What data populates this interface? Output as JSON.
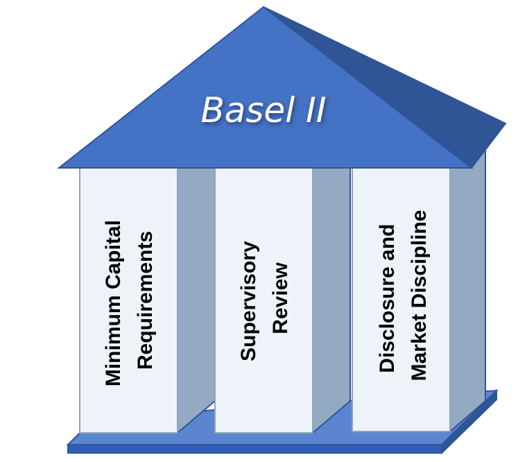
{
  "title": "Basel II",
  "pillars": [
    {
      "lines": [
        "Minimum Capital",
        "Requirements"
      ]
    },
    {
      "lines": [
        "Supervisory",
        "Review"
      ]
    },
    {
      "lines": [
        "Disclosure and",
        "Market Discipline"
      ]
    }
  ],
  "colors": {
    "roof_front": "#4472C4",
    "roof_side": "#2F5597",
    "outline": "#2F5597",
    "pillar_face": "#EEF3FA",
    "pillar_side": "#94A9C2",
    "base_top": "#5B86CF",
    "base_front": "#2E5EB8",
    "text": "#000000"
  }
}
